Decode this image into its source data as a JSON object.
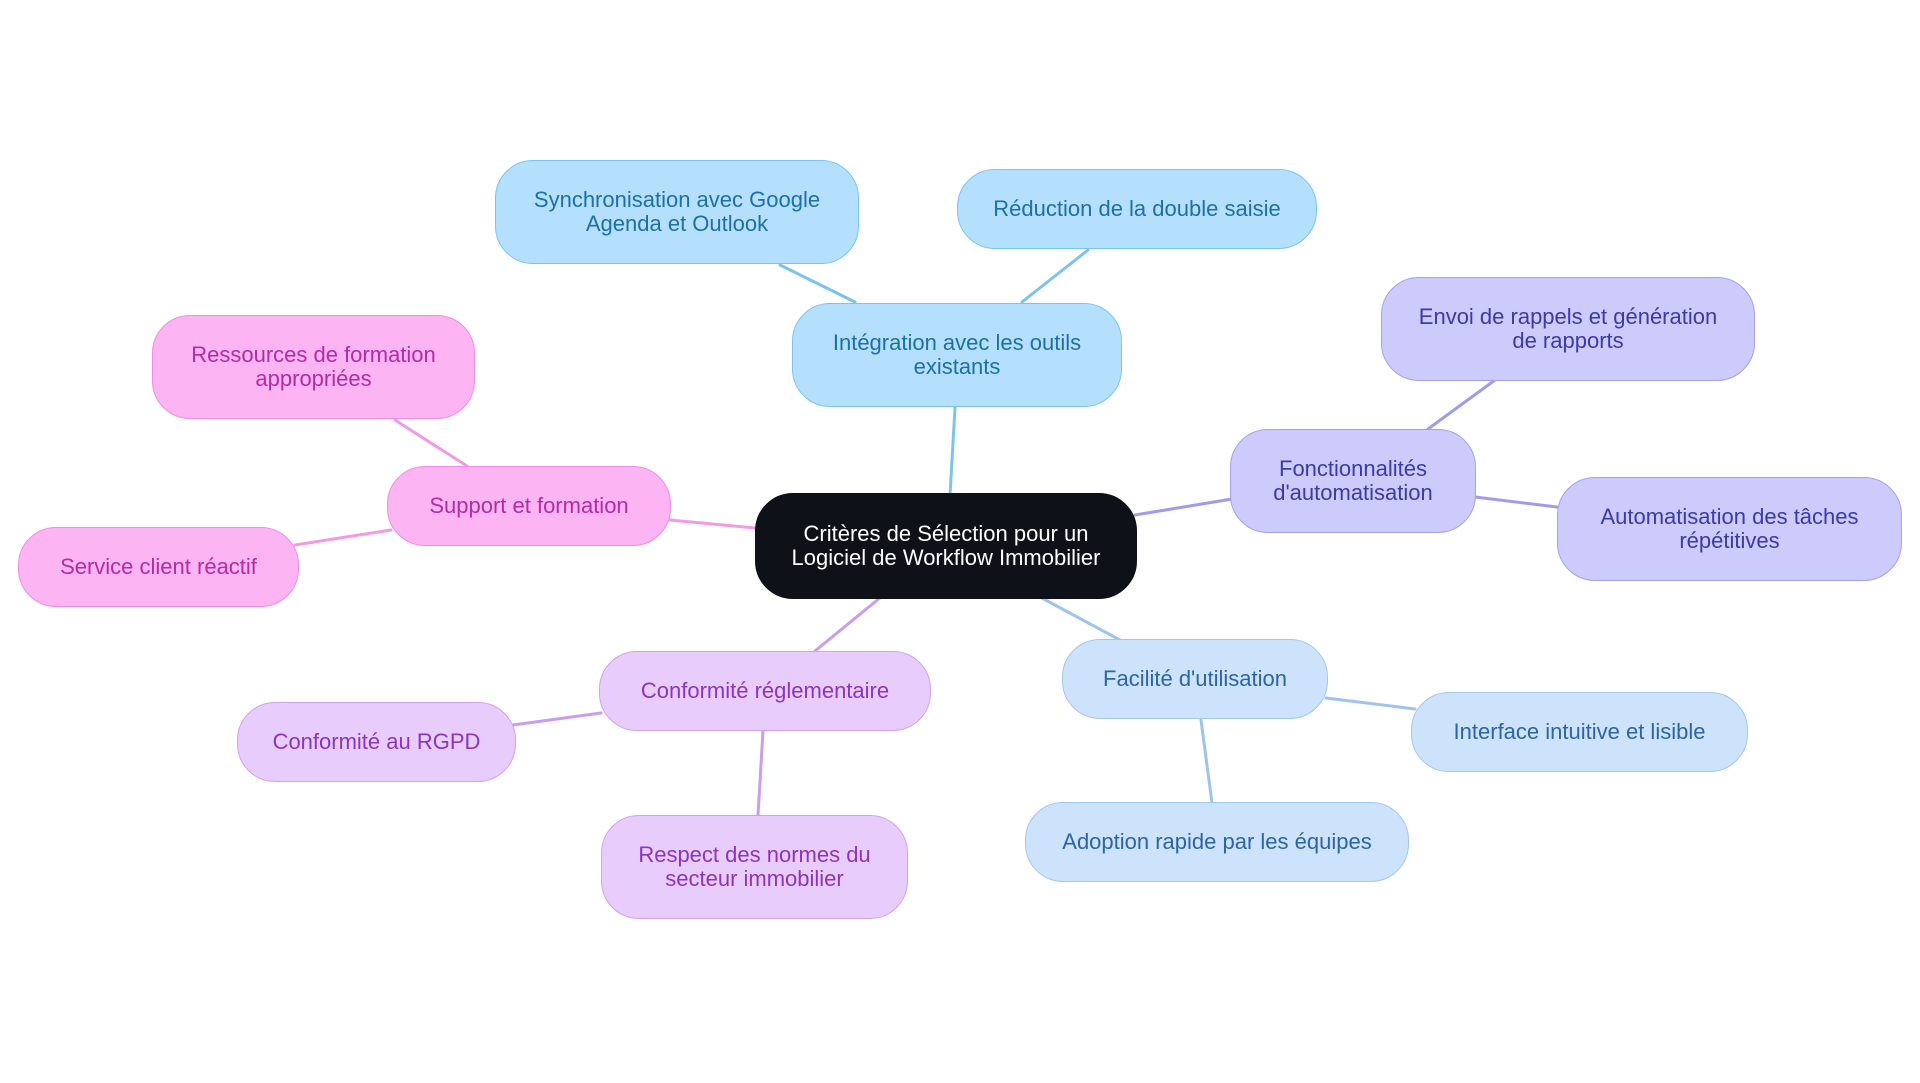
{
  "mindmap": {
    "central": "Critères de Sélection pour un Logiciel de Workflow Immobilier",
    "integration": {
      "label": "Intégration avec les outils existants",
      "children": [
        "Synchronisation avec Google Agenda et Outlook",
        "Réduction de la double saisie"
      ]
    },
    "automation": {
      "label": "Fonctionnalités d'automatisation",
      "children": [
        "Envoi de rappels et génération de rapports",
        "Automatisation des tâches répétitives"
      ]
    },
    "usability": {
      "label": "Facilité d'utilisation",
      "children": [
        "Interface intuitive et lisible",
        "Adoption rapide par les équipes"
      ]
    },
    "compliance": {
      "label": "Conformité réglementaire",
      "children": [
        "Conformité au RGPD",
        "Respect des normes du secteur immobilier"
      ]
    },
    "support": {
      "label": "Support et formation",
      "children": [
        "Ressources de formation appropriées",
        "Service client réactif"
      ]
    }
  },
  "colors": {
    "central_fill": "#0e1117",
    "integration_edge": "#7cc4ec",
    "automation_edge": "#9f9cee",
    "usability_edge": "#9fc4ec",
    "compliance_edge": "#c99df0",
    "support_edge": "#f29ae6"
  }
}
